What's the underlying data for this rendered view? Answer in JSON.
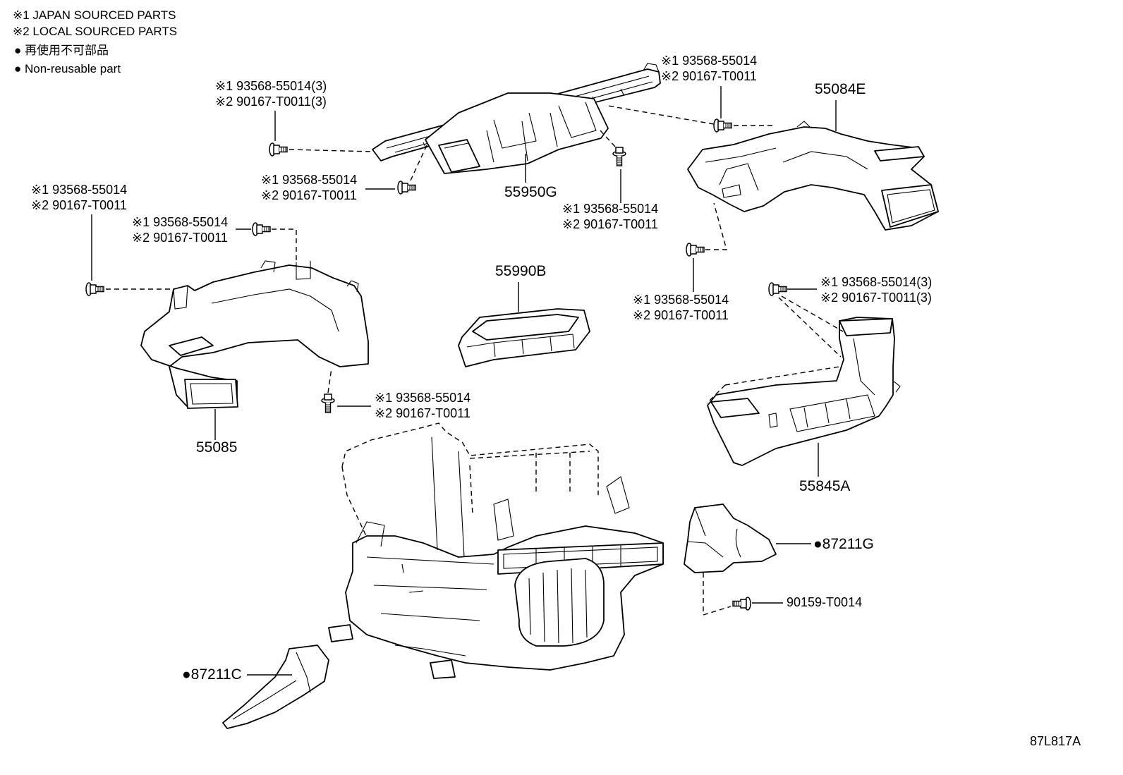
{
  "legend": [
    "※1 JAPAN SOURCED PARTS",
    "※2 LOCAL SOURCED PARTS",
    "● 再使用不可部品",
    "● Non-reusable part"
  ],
  "fasteners": [
    {
      "line1": "※1 93568-55014(3)",
      "line2": "※2 90167-T0011(3)"
    },
    {
      "line1": "※1 93568-55014",
      "line2": "※2 90167-T0011"
    },
    {
      "line1": "※1 93568-55014",
      "line2": "※2 90167-T0011"
    },
    {
      "line1": "※1 93568-55014",
      "line2": "※2 90167-T0011"
    },
    {
      "line1": "※1 93568-55014",
      "line2": "※2 90167-T0011"
    },
    {
      "line1": "※1 93568-55014",
      "line2": "※2 90167-T0011"
    },
    {
      "line1": "※1 93568-55014(3)",
      "line2": "※2 90167-T0011(3)"
    },
    {
      "line1": "※1 93568-55014",
      "line2": "※2 90167-T0011"
    },
    {
      "line1": "※1 93568-55014",
      "line2": "※2 90167-T0011"
    }
  ],
  "part_numbers": {
    "p55084e": "55084E",
    "p55950g": "55950G",
    "p55990b": "55990B",
    "p55085": "55085",
    "p55845a": "55845A",
    "p87211g": "●87211G",
    "p87211c": "●87211C",
    "p90159": "90159-T0014"
  },
  "diagram_code": "87L817A"
}
